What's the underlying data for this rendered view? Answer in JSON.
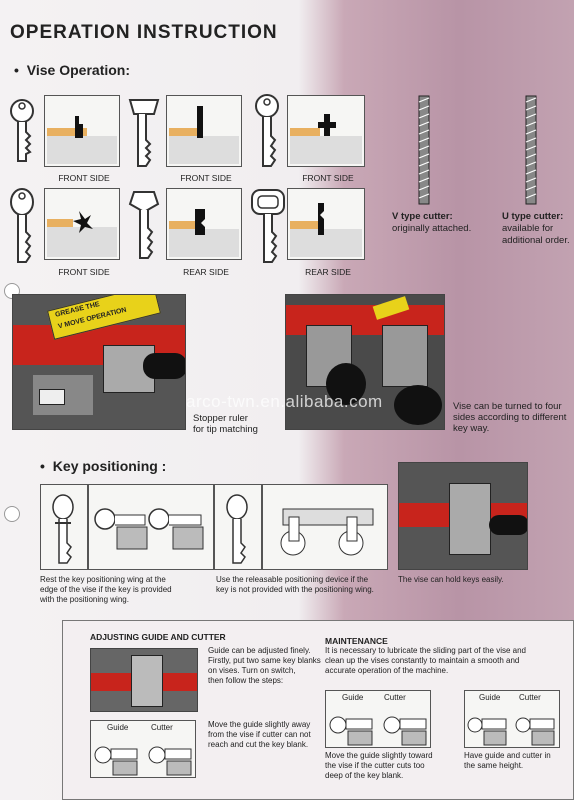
{
  "title": "OPERATION INSTRUCTION",
  "vise_section": {
    "bullet": "•",
    "heading": "Vise Operation:",
    "labels_row1": [
      "FRONT SIDE",
      "FRONT SIDE",
      "FRONT SIDE"
    ],
    "labels_row2": [
      "FRONT SIDE",
      "REAR SIDE",
      "REAR SIDE"
    ],
    "v_cutter_title": "V type cutter:",
    "v_cutter_text": "originally attached.",
    "u_cutter_title": "U type cutter:",
    "u_cutter_text1": "available for",
    "u_cutter_text2": "additional order."
  },
  "photos": {
    "sticker_top": "GREASE THE",
    "sticker_bottom": "V MOVE OPERATION",
    "stopper_line1": "Stopper ruler",
    "stopper_line2": "for tip matching",
    "vise_turn_line1": "Vise can be turned to four",
    "vise_turn_line2": "sides according to different",
    "vise_turn_line3": "key way.",
    "watermark": "arco-twn.en.alibaba.com"
  },
  "key_section": {
    "bullet": "•",
    "heading": "Key positioning :",
    "caption_left_1": "Rest the key positioning wing at the",
    "caption_left_2": "edge of the vise if the key is provided",
    "caption_left_3": "with the positioning wing.",
    "caption_mid_1": "Use the releasable positioning device if the",
    "caption_mid_2": "key is not provided  with the positioning wing.",
    "caption_right": "The vise can hold keys easily."
  },
  "adjusting": {
    "heading": "ADJUSTING GUIDE AND CUTTER",
    "text1_1": "Guide can be adjusted finely.",
    "text1_2": "Firstly, put two same key blanks",
    "text1_3": "on vises.  Turn on switch,",
    "text1_4": "then follow the steps:",
    "text2_1": "Move the guide slightly away",
    "text2_2": "from the vise if cutter can not",
    "text2_3": "reach and cut the key blank.",
    "guide": "Guide",
    "cutter": "Cutter"
  },
  "maintenance": {
    "heading": "MAINTENANCE",
    "text_1": "It is necessary to lubricate the sliding part of the vise and",
    "text_2": "clean up the vises constantly to maintain a smooth and",
    "text_3": "accurate operation of the machine.",
    "guide": "Guide",
    "cutter": "Cutter",
    "caption_left_1": "Move the guide slightly toward",
    "caption_left_2": "the vise if the cutter cuts too",
    "caption_left_3": "deep of the key blank.",
    "caption_right_1": "Have guide and cutter in",
    "caption_right_2": "the same height."
  },
  "colors": {
    "machine_red": "#c8241c",
    "pink_bg": "#b894a6",
    "text": "#222222"
  }
}
